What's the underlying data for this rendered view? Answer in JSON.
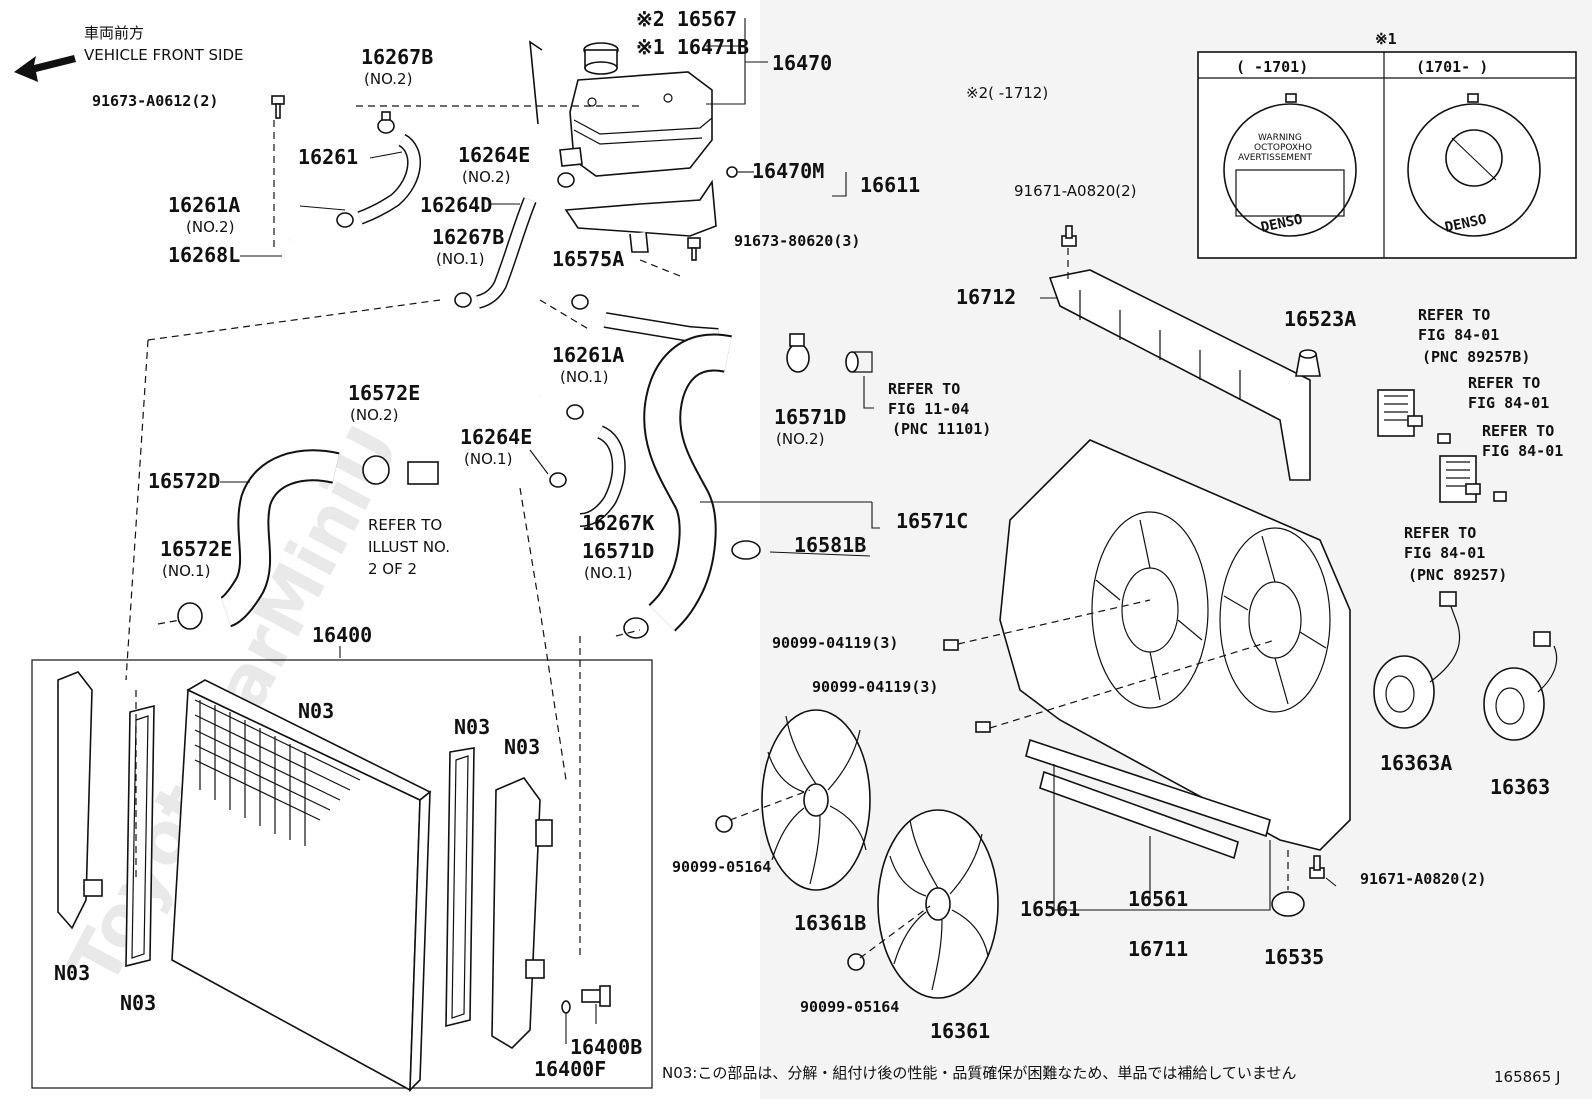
{
  "header": {
    "front_jp": "車両前方",
    "front_en": "VEHICLE FRONT SIDE",
    "note2": "※2(    -1712)",
    "inset_title": "※1",
    "inset_col1": "(    -1701)",
    "inset_col2": "(1701-    )",
    "cap_warning": [
      "WARNING",
      "OCTOPOXHO",
      "AVERTISSEMENT"
    ],
    "cap_brand": "DENSO"
  },
  "labels": {
    "p16567": "※2 16567",
    "p16471B": "※1 16471B",
    "p16470": "16470",
    "p16267B_2": "16267B",
    "no2_a": "(NO.2)",
    "p91673A0612": "91673-A0612(2)",
    "p16261": "16261",
    "p16264E_2": "16264E",
    "no2_b": "(NO.2)",
    "p16470M": "16470M",
    "p16611": "16611",
    "p16261A_2": "16261A",
    "no2_c": "(NO.2)",
    "p16264D": "16264D",
    "p16268L": "16268L",
    "p16267B_1": "16267B",
    "no1_a": "(NO.1)",
    "p9167380620": "91673-80620(3)",
    "p16575A": "16575A",
    "p91671A0820_top": "91671-A0820(2)",
    "p16712": "16712",
    "p16523A": "16523A",
    "p16261A_1": "16261A",
    "no1_b": "(NO.1)",
    "p16572E_2": "16572E",
    "no2_d": "(NO.2)",
    "p16571D_2": "16571D",
    "no2_e": "(NO.2)",
    "refer_1104_a": "REFER TO",
    "refer_1104_b": "FIG 11-04",
    "refer_1104_c": "(PNC 11101)",
    "p16264E_1": "16264E",
    "no1_c": "(NO.1)",
    "p16572D": "16572D",
    "refer_illust_a": "REFER TO",
    "refer_illust_b": "ILLUST NO.",
    "refer_illust_c": "2 OF 2",
    "p16267K": "16267K",
    "p16571C": "16571C",
    "p16581B": "16581B",
    "p16572E_1": "16572E",
    "no1_d": "(NO.1)",
    "p16571D_1": "16571D",
    "no1_e": "(NO.1)",
    "refer_8401_a1": "REFER TO",
    "refer_8401_a2": "FIG 84-01",
    "refer_8401_a3": "(PNC 89257B)",
    "refer_8401_b1": "REFER TO",
    "refer_8401_b2": "FIG 84-01",
    "refer_8401_c1": "REFER TO",
    "refer_8401_c2": "FIG 84-01",
    "refer_8401_d1": "REFER TO",
    "refer_8401_d2": "FIG 84-01",
    "refer_8401_d3": "(PNC 89257)",
    "p16400": "16400",
    "p9009904119_a": "90099-04119(3)",
    "p9009904119_b": "90099-04119(3)",
    "n03_a": "N03",
    "n03_b": "N03",
    "n03_c": "N03",
    "n03_d": "N03",
    "n03_e": "N03",
    "p9009905164_a": "90099-05164",
    "p16361B": "16361B",
    "p16363A": "16363A",
    "p16363": "16363",
    "p91671A0820_bot": "91671-A0820(2)",
    "p16561_a": "16561",
    "p16561_b": "16561",
    "p16711": "16711",
    "p16535": "16535",
    "p9009905164_b": "90099-05164",
    "p16361": "16361",
    "p16400B": "16400B",
    "p16400F": "16400F"
  },
  "footer": {
    "note": "N03:この部品は、分解・組付け後の性能・品質確保が困難なため、単品では補給していません",
    "code": "165865 J"
  },
  "watermark": "ToyotaCarMiniU"
}
